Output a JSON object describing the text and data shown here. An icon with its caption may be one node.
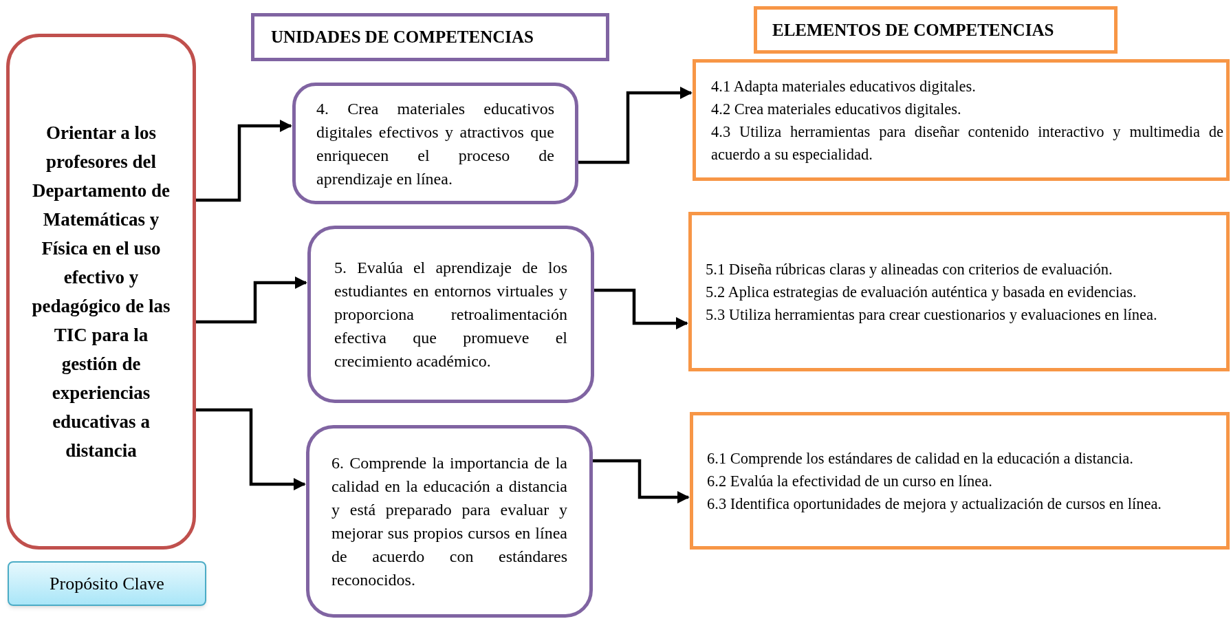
{
  "diagram": {
    "nodes": [
      {
        "text": [
          "Orientar a los profesores del Departamento de Matemáticas y Física en el uso efectivo y pedagógico de las TIC para la gestión de experiencias educativas a distancia"
        ]
      },
      {
        "text": [
          "Propósito Clave"
        ]
      },
      {
        "text": [
          "UNIDADES DE COMPETENCIAS"
        ]
      },
      {
        "text": [
          "ELEMENTOS DE COMPETENCIAS"
        ]
      },
      {
        "text": [
          "4. Crea materiales educativos digitales efectivos y atractivos que enriquecen el proceso de aprendizaje en línea."
        ]
      },
      {
        "text": [
          "5. Evalúa el aprendizaje de los estudiantes en entornos virtuales y proporciona retroalimentación efectiva que promueve el crecimiento académico."
        ]
      },
      {
        "text": [
          "6. Comprende la importancia de la calidad en la educación a distancia y está preparado para evaluar y mejorar sus propios cursos en línea de acuerdo con estándares reconocidos."
        ]
      },
      {
        "text": [
          "4.1 Adapta materiales educativos digitales.",
          "4.2 Crea materiales educativos digitales.",
          "4.3 Utiliza herramientas para diseñar contenido interactivo y multimedia de acuerdo a su especialidad."
        ]
      },
      {
        "text": [
          "5.1 Diseña rúbricas claras y alineadas con criterios de evaluación.",
          "5.2 Aplica estrategias de evaluación auténtica y basada en evidencias.",
          "5.3 Utiliza herramientas para crear cuestionarios y evaluaciones en línea."
        ]
      },
      {
        "text": [
          "6.1 Comprende los estándares de calidad en la educación a distancia.",
          "6.2 Evalúa la efectividad de un curso en línea.",
          "6.3 Identifica oportunidades de mejora y actualización de cursos en línea."
        ]
      }
    ],
    "edges": [
      {
        "from": 0,
        "to": 4,
        "arrow": "to"
      },
      {
        "from": 0,
        "to": 5,
        "arrow": "to"
      },
      {
        "from": 0,
        "to": 6,
        "arrow": "to"
      },
      {
        "from": 4,
        "to": 7,
        "arrow": "to"
      },
      {
        "from": 5,
        "to": 8,
        "arrow": "to"
      },
      {
        "from": 6,
        "to": 9,
        "arrow": "to"
      }
    ]
  }
}
